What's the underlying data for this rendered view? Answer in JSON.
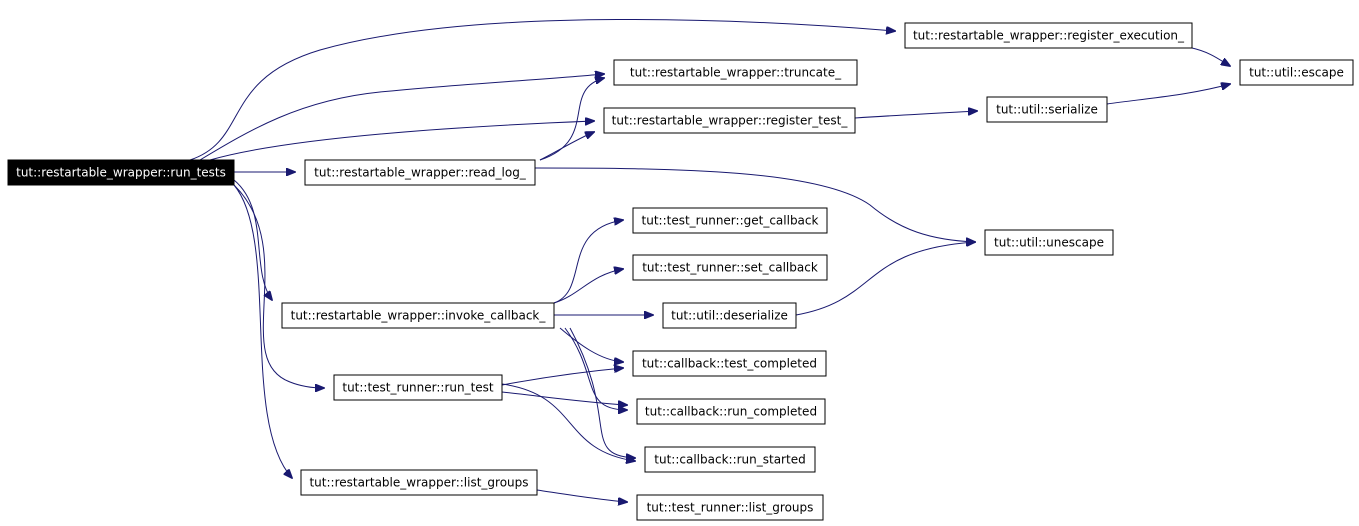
{
  "diagram": {
    "nodes": [
      {
        "id": "run_tests",
        "label": "tut::restartable_wrapper::run_tests",
        "root": true
      },
      {
        "id": "read_log",
        "label": "tut::restartable_wrapper::read_log_"
      },
      {
        "id": "invoke_callback",
        "label": "tut::restartable_wrapper::invoke_callback_"
      },
      {
        "id": "runner_run_test",
        "label": "tut::test_runner::run_test"
      },
      {
        "id": "list_groups_wrapper",
        "label": "tut::restartable_wrapper::list_groups"
      },
      {
        "id": "register_execution",
        "label": "tut::restartable_wrapper::register_execution_"
      },
      {
        "id": "truncate",
        "label": "tut::restartable_wrapper::truncate_"
      },
      {
        "id": "register_test",
        "label": "tut::restartable_wrapper::register_test_"
      },
      {
        "id": "get_callback",
        "label": "tut::test_runner::get_callback"
      },
      {
        "id": "set_callback",
        "label": "tut::test_runner::set_callback"
      },
      {
        "id": "deserialize",
        "label": "tut::util::deserialize"
      },
      {
        "id": "test_completed",
        "label": "tut::callback::test_completed"
      },
      {
        "id": "run_completed",
        "label": "tut::callback::run_completed"
      },
      {
        "id": "run_started",
        "label": "tut::callback::run_started"
      },
      {
        "id": "runner_list_groups",
        "label": "tut::test_runner::list_groups"
      },
      {
        "id": "serialize",
        "label": "tut::util::serialize"
      },
      {
        "id": "unescape",
        "label": "tut::util::unescape"
      },
      {
        "id": "escape",
        "label": "tut::util::escape"
      }
    ],
    "edges": [
      {
        "from": "run_tests",
        "to": "register_execution"
      },
      {
        "from": "run_tests",
        "to": "truncate"
      },
      {
        "from": "run_tests",
        "to": "register_test"
      },
      {
        "from": "run_tests",
        "to": "read_log"
      },
      {
        "from": "run_tests",
        "to": "invoke_callback"
      },
      {
        "from": "run_tests",
        "to": "runner_run_test"
      },
      {
        "from": "run_tests",
        "to": "list_groups_wrapper"
      },
      {
        "from": "read_log",
        "to": "truncate"
      },
      {
        "from": "read_log",
        "to": "register_test"
      },
      {
        "from": "read_log",
        "to": "unescape"
      },
      {
        "from": "register_execution",
        "to": "escape"
      },
      {
        "from": "register_test",
        "to": "serialize"
      },
      {
        "from": "serialize",
        "to": "escape"
      },
      {
        "from": "invoke_callback",
        "to": "get_callback"
      },
      {
        "from": "invoke_callback",
        "to": "set_callback"
      },
      {
        "from": "invoke_callback",
        "to": "deserialize"
      },
      {
        "from": "invoke_callback",
        "to": "test_completed"
      },
      {
        "from": "invoke_callback",
        "to": "run_completed"
      },
      {
        "from": "invoke_callback",
        "to": "run_started"
      },
      {
        "from": "deserialize",
        "to": "unescape"
      },
      {
        "from": "runner_run_test",
        "to": "test_completed"
      },
      {
        "from": "runner_run_test",
        "to": "run_completed"
      },
      {
        "from": "runner_run_test",
        "to": "run_started"
      },
      {
        "from": "list_groups_wrapper",
        "to": "runner_list_groups"
      }
    ],
    "colors": {
      "edge": "#191970",
      "root_fill": "#000000",
      "root_text": "#ffffff",
      "node_fill": "#ffffff",
      "node_border": "#000000"
    }
  }
}
